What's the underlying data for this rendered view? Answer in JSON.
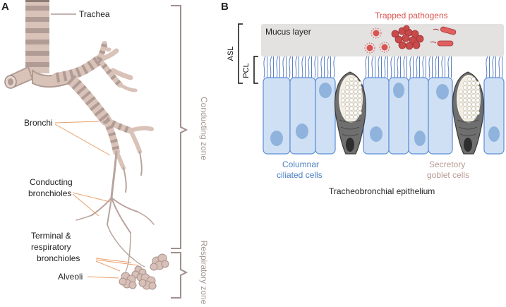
{
  "panel_a": {
    "letter": "A",
    "labels": {
      "trachea": "Trachea",
      "bronchi": "Bronchi",
      "conducting_line1": "Conducting",
      "conducting_line2": "bronchioles",
      "terminal_line1": "Terminal &",
      "terminal_line2": "respiratory",
      "terminal_line3": "bronchioles",
      "alveoli": "Alveoli"
    },
    "zones": {
      "conducting": "Conducting zone",
      "respiratory": "Respiratory zone"
    }
  },
  "panel_b": {
    "letter": "B",
    "trapped_pathogens": "Trapped pathogens",
    "mucus_layer": "Mucus layer",
    "asl": "ASL",
    "pcl": "PCL",
    "columnar_line1": "Columnar",
    "columnar_line2": "ciliated cells",
    "secretory_line1": "Secretory",
    "secretory_line2": "goblet cells",
    "caption": "Tracheobronchial epithelium"
  },
  "colors": {
    "airway": "#d9c2b8",
    "airway_band": "#b09c95",
    "bracket": "#a08f8c",
    "zone_text": "#a89594",
    "leader_line": "#e8a06a",
    "pathogen": "#d9534f",
    "mucus": "#e4e1e1",
    "cell_fill": "#cfe0f5",
    "cell_stroke": "#5b8ed6",
    "nucleus": "#8fb3dc",
    "cilia": "#5a7fc4",
    "goblet": "#6f6f6f",
    "columnar_text": "#4a7fc1",
    "secretory_text": "#b79a92"
  }
}
